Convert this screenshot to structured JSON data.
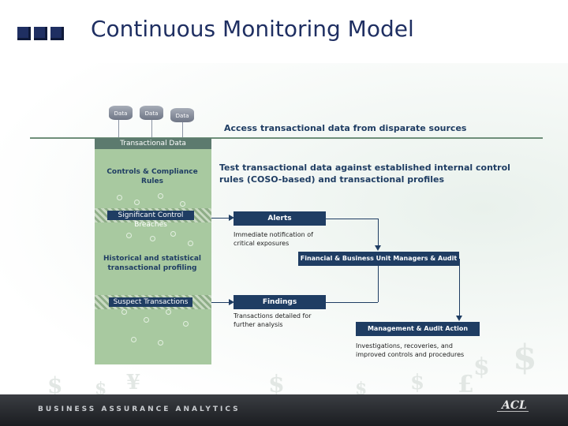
{
  "title": "Continuous Monitoring Model",
  "data_sources": [
    "Data",
    "Data",
    "Data"
  ],
  "column": {
    "header": "Transactional Data",
    "rules_label": "Controls & Compliance Rules",
    "breaches_label": "Significant Control Breaches",
    "profiling_label": "Historical and statistical transactional profiling",
    "suspect_label": "Suspect Transactions"
  },
  "steps": {
    "access": "Access transactional data from disparate sources",
    "test": "Test transactional data against established internal control rules (COSO-based) and transactional profiles"
  },
  "boxes": {
    "alerts": "Alerts",
    "alerts_note": "Immediate notification of critical exposures",
    "managers": "Financial & Business Unit Managers & Audit",
    "findings": "Findings",
    "findings_note": "Transactions detailed for further analysis",
    "action": "Management & Audit Action",
    "action_note": "Investigations, recoveries, and improved controls and procedures"
  },
  "footer": {
    "tagline": "BUSINESS ASSURANCE ANALYTICS",
    "logo": "ACL"
  },
  "colors": {
    "navy": "#1f3d63",
    "column_green": "#a8c9a0",
    "footer_dark": "#2a2c30"
  }
}
